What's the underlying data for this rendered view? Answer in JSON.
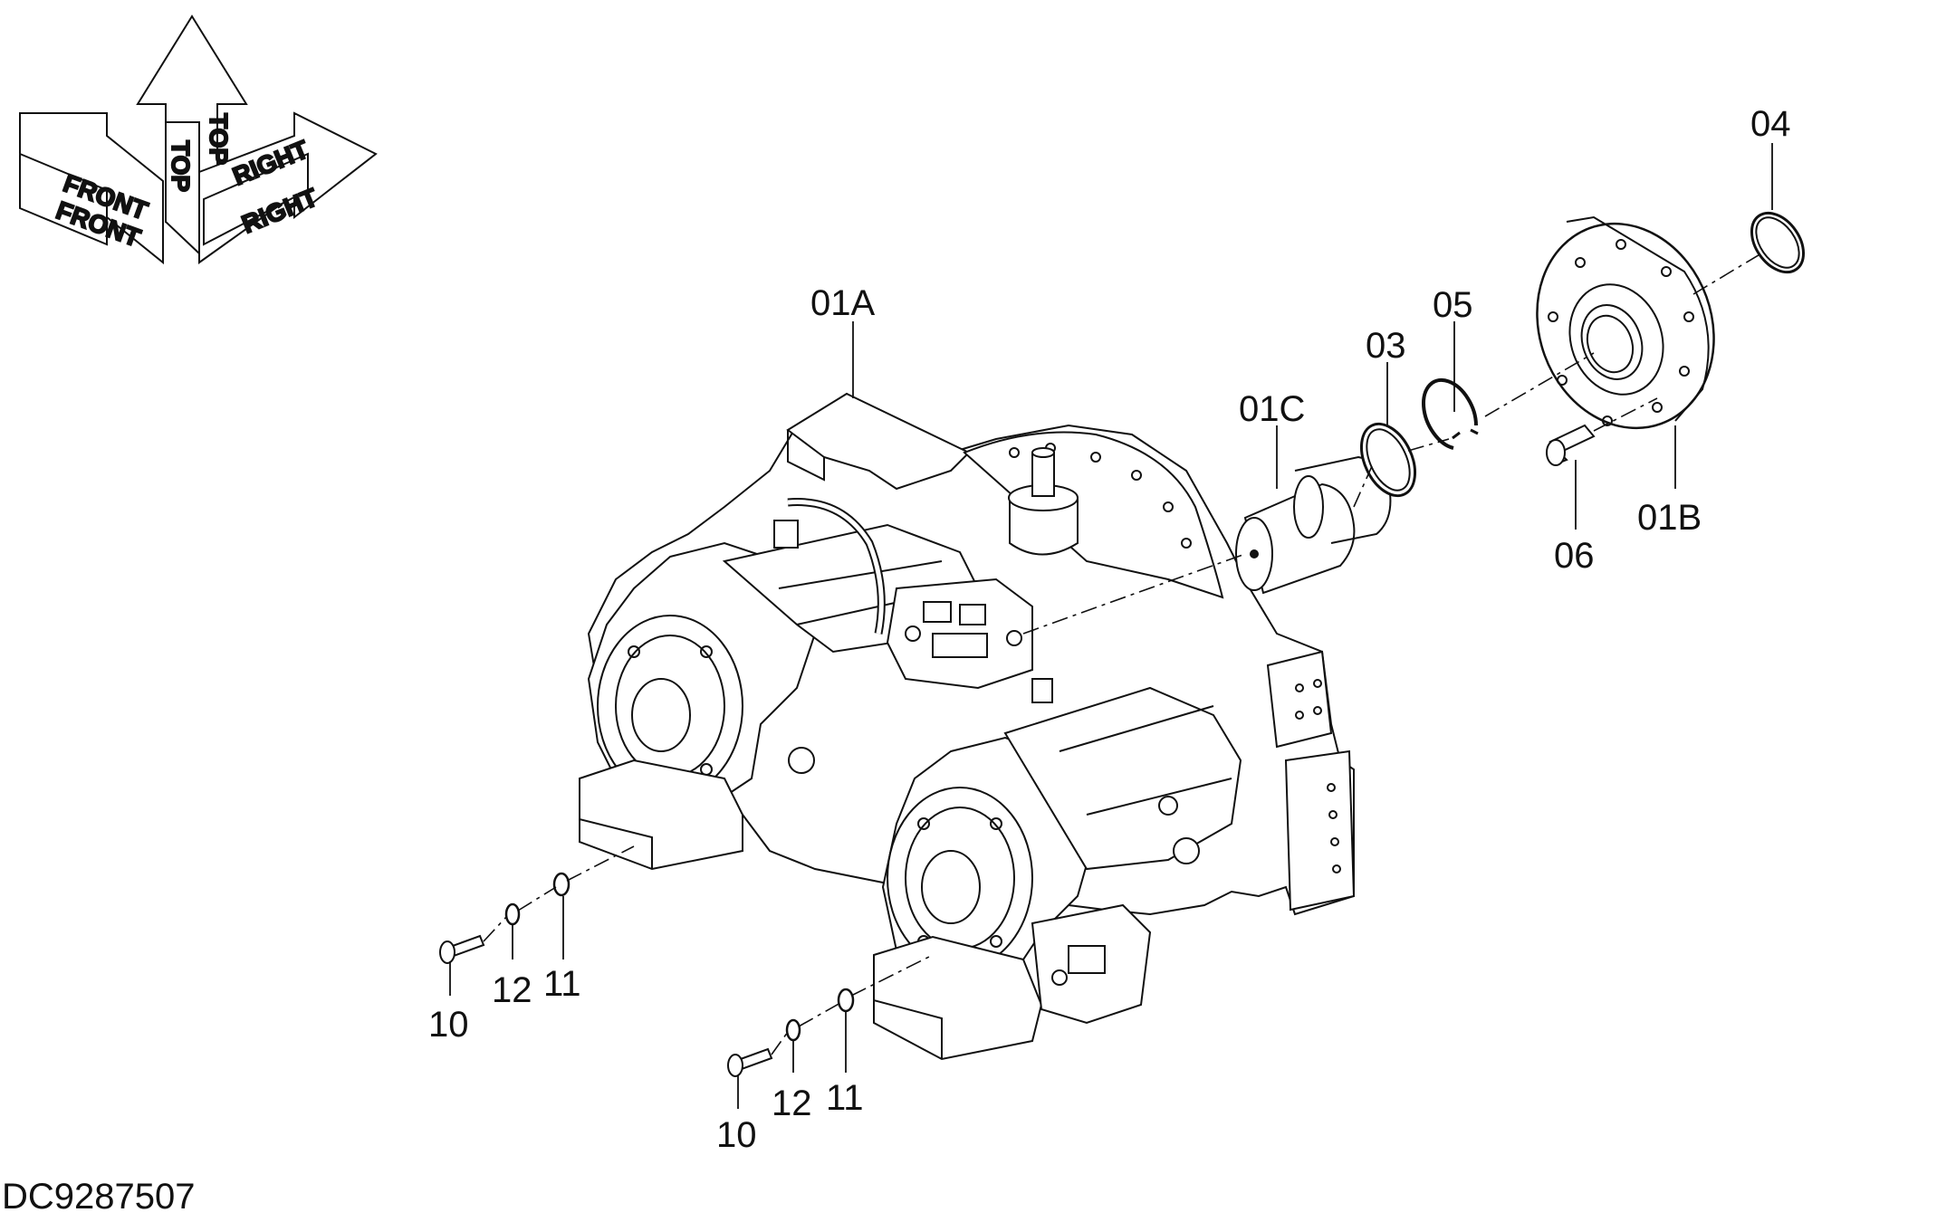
{
  "orientation": {
    "labels": [
      "FRONT",
      "FRONT",
      "TOP",
      "TOP",
      "RIGHT",
      "RIGHT"
    ]
  },
  "callouts": {
    "c01A": "01A",
    "c01B": "01B",
    "c01C": "01C",
    "c03": "03",
    "c04": "04",
    "c05": "05",
    "c06": "06",
    "c10a": "10",
    "c10b": "10",
    "c11a": "11",
    "c11b": "11",
    "c12a": "12",
    "c12b": "12"
  },
  "document_id": "DC9287507"
}
